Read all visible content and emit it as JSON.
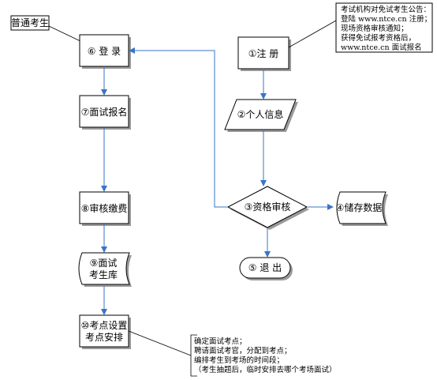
{
  "nodes": {
    "putong": "普通考生",
    "denglu": "⑥ 登 录",
    "zhuce": "①注  册",
    "mianshi_baoming": "⑦面试报名",
    "geren_xinxi": "②个人信息",
    "shenhe_jiaofei": "⑧审核缴费",
    "zige_shenhe": "③资格审核",
    "chucun_shuju": "④储存数据",
    "mianshi_kaoshengku": [
      "⑨面试",
      "考生库"
    ],
    "tuichu": "⑤ 退  出",
    "kaodian": [
      "⑩考点设置",
      "考点安排"
    ]
  },
  "notes": {
    "top": [
      "考试机构对免试考生公告：",
      "登陆 www.ntce.cn 注册；",
      "现场资格审核通知；",
      "获得免试报考资格后，",
      "www.ntce.cn 面试报名"
    ],
    "bottom": [
      "确定面试考点；",
      "聘请面试考官，分配到考点；",
      "编排考生到考场的时间段；",
      "（考生抽题后，临时安排去哪个考场面试）"
    ]
  },
  "colors": {
    "flow_arrow": "#3a74c8",
    "shadow": "#9a9a9a",
    "border": "#000000"
  }
}
